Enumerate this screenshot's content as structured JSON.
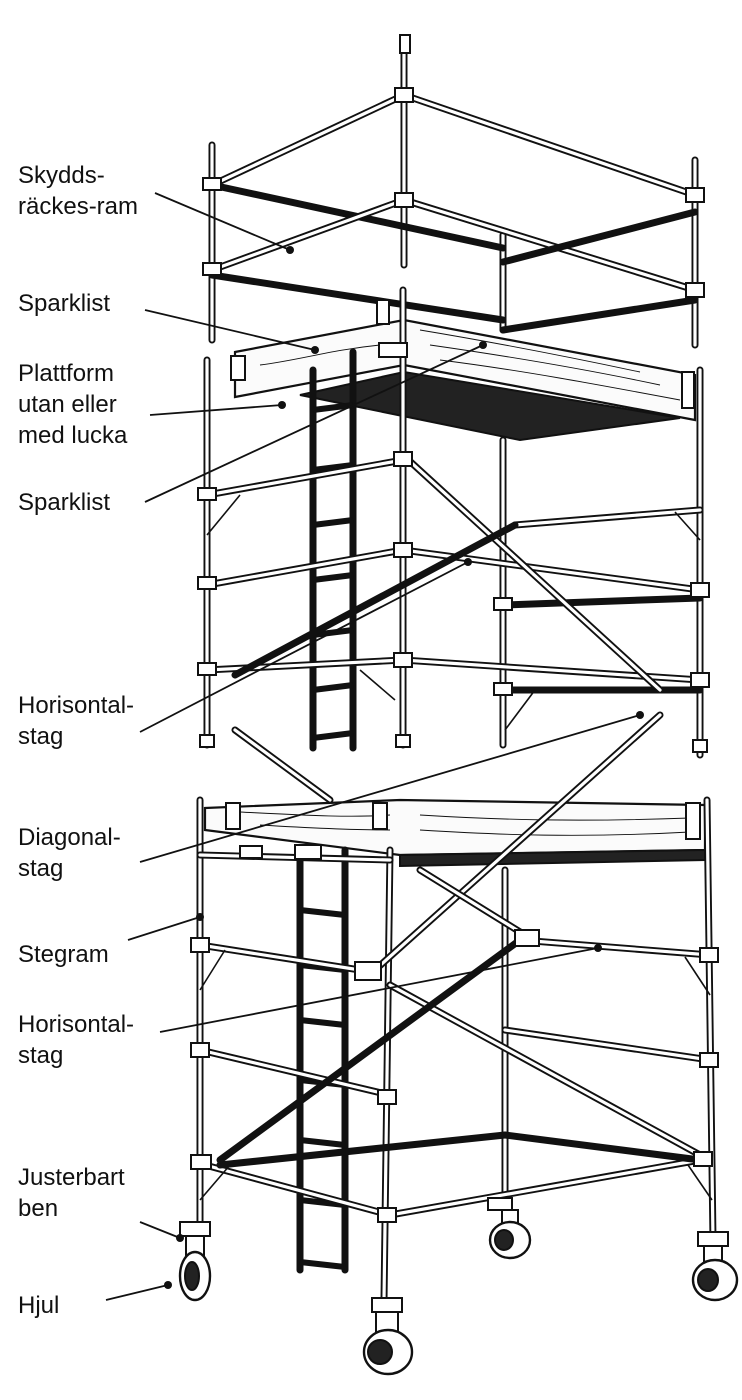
{
  "labels": {
    "guardrail_frame": [
      "Skydds-",
      "räckes-ram"
    ],
    "toeboard_upper": [
      "Sparklist"
    ],
    "platform": [
      "Plattform",
      "utan eller",
      "med lucka"
    ],
    "toeboard_lower": [
      "Sparklist"
    ],
    "horizontal_brace_upper": [
      "Horisontal-",
      "stag"
    ],
    "diagonal_brace": [
      "Diagonal-",
      "stag"
    ],
    "ladder_frame": [
      "Stegram"
    ],
    "horizontal_brace_lower": [
      "Horisontal-",
      "stag"
    ],
    "adjustable_leg": [
      "Justerbart",
      "ben"
    ],
    "wheel": [
      "Hjul"
    ]
  }
}
